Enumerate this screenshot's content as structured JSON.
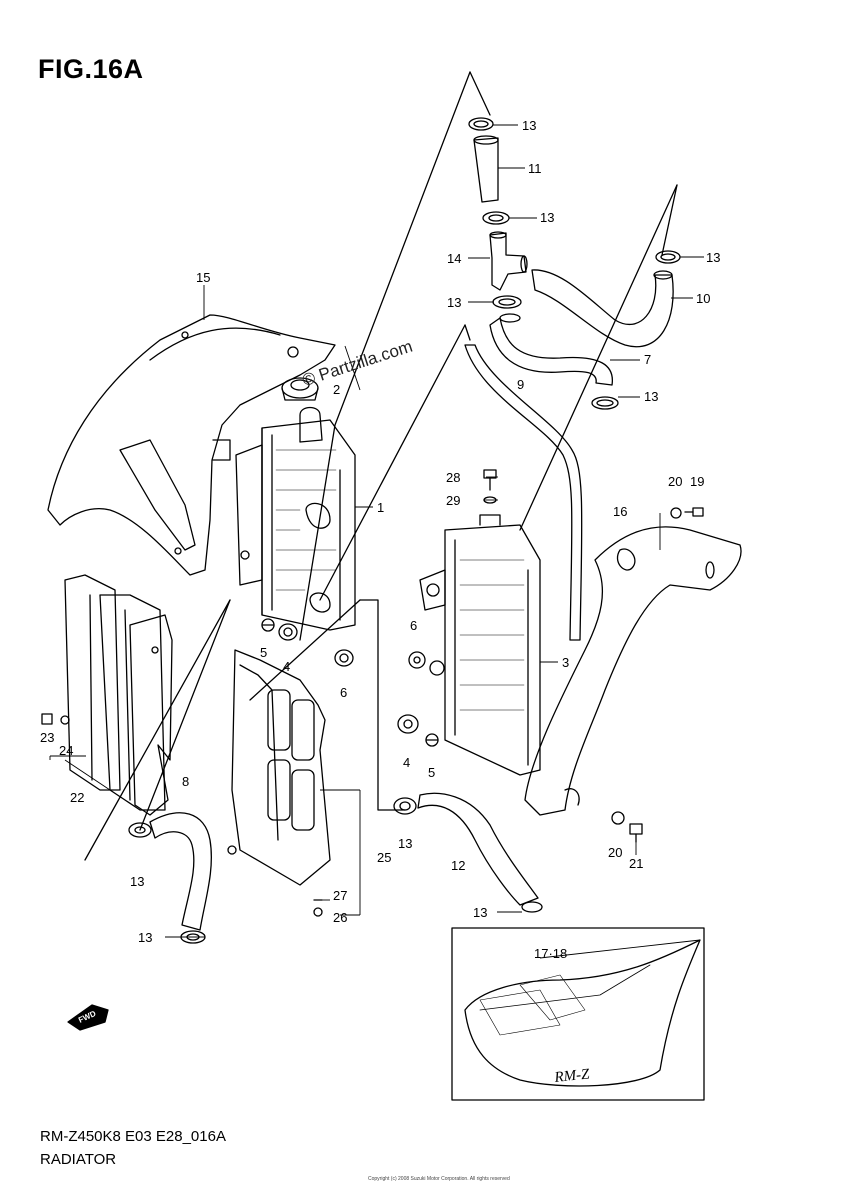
{
  "figure": {
    "title": "FIG.16A",
    "watermark": "© Partzilla.com"
  },
  "footer": {
    "model_code": "RM-Z450K8 E03 E28_016A",
    "section_name": "RADIATOR",
    "copyright": "Copyright (c) 2008 Suzuki Motor Corporation. All rights reserved"
  },
  "inset": {
    "label": "17·18",
    "logo_text": "RM-Z"
  },
  "fwd_label": "FWD",
  "callouts": [
    {
      "id": "c13a",
      "text": "13"
    },
    {
      "id": "c11",
      "text": "11"
    },
    {
      "id": "c13b",
      "text": "13"
    },
    {
      "id": "c14",
      "text": "14"
    },
    {
      "id": "c13c",
      "text": "13"
    },
    {
      "id": "c10",
      "text": "10"
    },
    {
      "id": "c13d",
      "text": "13"
    },
    {
      "id": "c7",
      "text": "7"
    },
    {
      "id": "c13e",
      "text": "13"
    },
    {
      "id": "c15",
      "text": "15"
    },
    {
      "id": "c2",
      "text": "2"
    },
    {
      "id": "c9",
      "text": "9"
    },
    {
      "id": "c1",
      "text": "1"
    },
    {
      "id": "c28",
      "text": "28"
    },
    {
      "id": "c29",
      "text": "29"
    },
    {
      "id": "c20a",
      "text": "20"
    },
    {
      "id": "c19",
      "text": "19"
    },
    {
      "id": "c16",
      "text": "16"
    },
    {
      "id": "c3",
      "text": "3"
    },
    {
      "id": "c6a",
      "text": "6"
    },
    {
      "id": "c5a",
      "text": "5"
    },
    {
      "id": "c4a",
      "text": "4"
    },
    {
      "id": "c6b",
      "text": "6"
    },
    {
      "id": "c23",
      "text": "23"
    },
    {
      "id": "c24",
      "text": "24"
    },
    {
      "id": "c22",
      "text": "22"
    },
    {
      "id": "c8",
      "text": "8"
    },
    {
      "id": "c4b",
      "text": "4"
    },
    {
      "id": "c5b",
      "text": "5"
    },
    {
      "id": "c13f",
      "text": "13"
    },
    {
      "id": "c12",
      "text": "12"
    },
    {
      "id": "c25",
      "text": "25"
    },
    {
      "id": "c27",
      "text": "27"
    },
    {
      "id": "c26",
      "text": "26"
    },
    {
      "id": "c13g",
      "text": "13"
    },
    {
      "id": "c13h",
      "text": "13"
    },
    {
      "id": "c13i",
      "text": "13"
    },
    {
      "id": "c20b",
      "text": "20"
    },
    {
      "id": "c21",
      "text": "21"
    }
  ]
}
